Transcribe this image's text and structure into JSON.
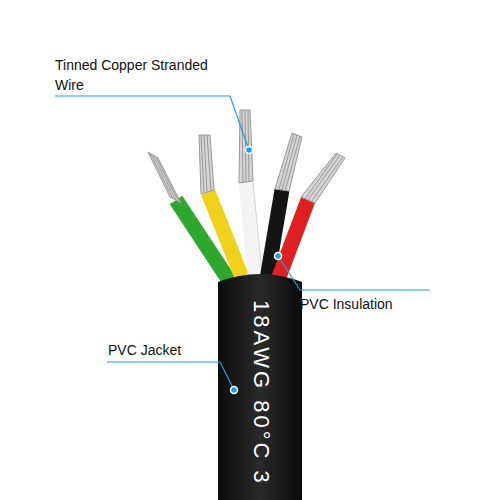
{
  "diagram": {
    "labels": [
      "Tinned Copper Stranded Wire",
      "PVC Insulation",
      "PVC Jacket",
      "18AWG 80°C 3"
    ]
  }
}
